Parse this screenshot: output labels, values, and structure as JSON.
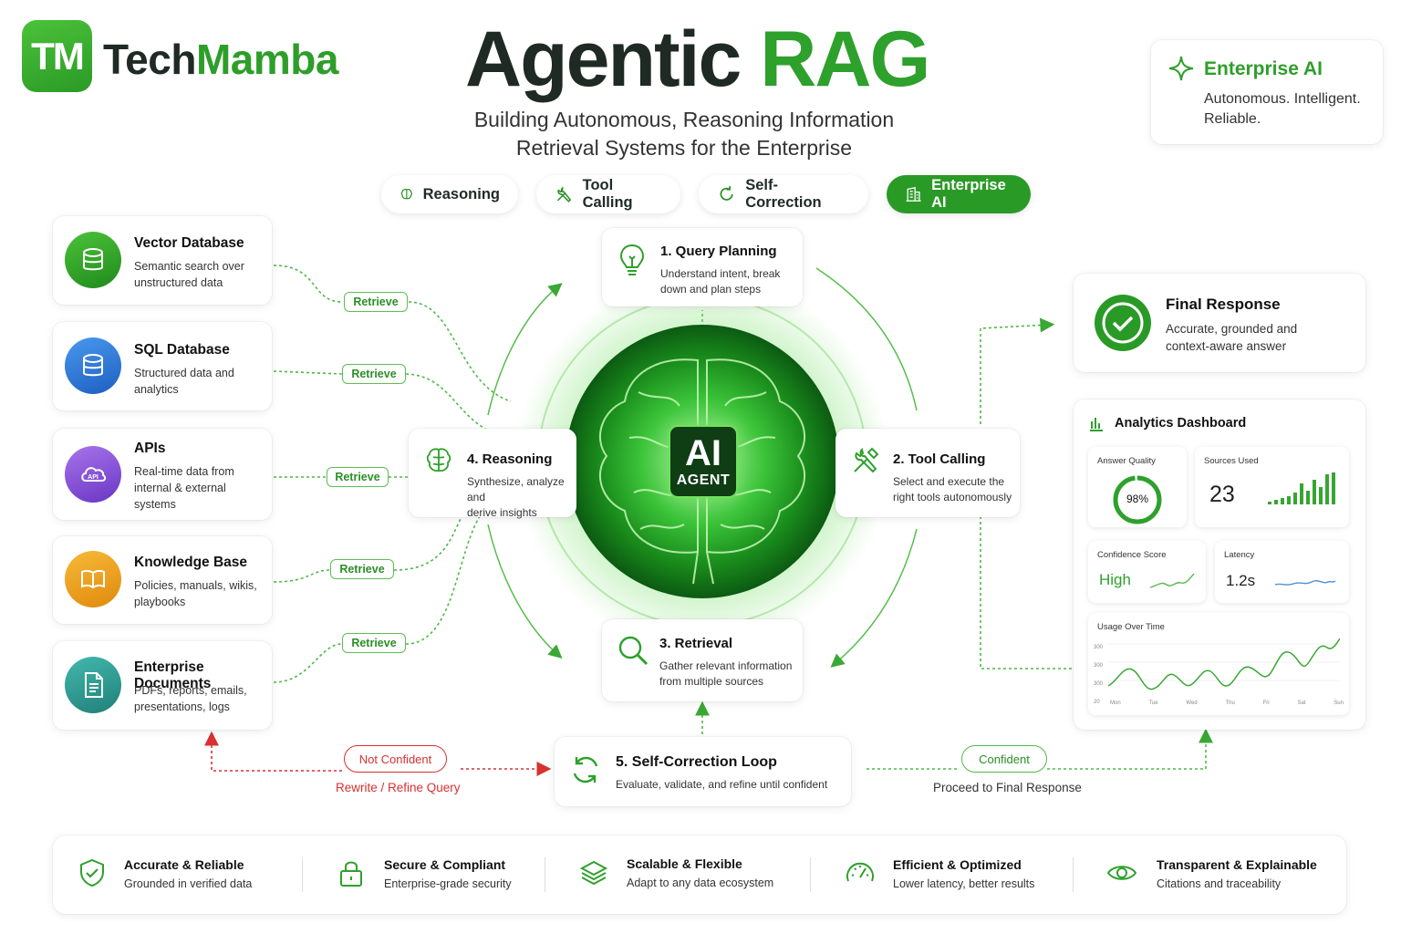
{
  "brand": {
    "logo_mark": "TM",
    "name_part1": "Tech",
    "name_part2": "Mamba"
  },
  "title": {
    "part1": "Agentic",
    "part2": "RAG"
  },
  "subtitle": {
    "line1": "Building Autonomous, Reasoning Information",
    "line2": "Retrieval Systems for the Enterprise"
  },
  "enterprise_card": {
    "title": "Enterprise AI",
    "line1": "Autonomous. Intelligent.",
    "line2": "Reliable."
  },
  "pills": [
    {
      "label": "Reasoning",
      "icon": "brain-icon"
    },
    {
      "label": "Tool Calling",
      "icon": "tools-icon"
    },
    {
      "label": "Self-Correction",
      "icon": "refresh-icon"
    },
    {
      "label": "Enterprise AI",
      "icon": "building-icon"
    }
  ],
  "sources": [
    {
      "title": "Vector Database",
      "desc": "Semantic search over unstructured data",
      "icon": "database-icon",
      "color": "#2ea02c"
    },
    {
      "title": "SQL Database",
      "desc": "Structured data and analytics",
      "icon": "database-icon",
      "color": "#2f7fdc"
    },
    {
      "title": "APIs",
      "desc": "Real-time data from internal & external systems",
      "icon": "api-cloud-icon",
      "color": "#8a55d6"
    },
    {
      "title": "Knowledge Base",
      "desc": "Policies, manuals, wikis, playbooks",
      "icon": "book-icon",
      "color": "#f0a11a"
    },
    {
      "title": "Enterprise Documents",
      "desc": "PDFs, reports, emails, presentations, logs",
      "icon": "document-icon",
      "color": "#2e9e93"
    }
  ],
  "retrieve_label": "Retrieve",
  "center": {
    "line1": "AI",
    "line2": "AGENT"
  },
  "steps": {
    "query_planning": {
      "title": "1. Query Planning",
      "desc1": "Understand intent, break",
      "desc2": "down and plan steps"
    },
    "tool_calling": {
      "title": "2. Tool Calling",
      "desc1": "Select and execute the",
      "desc2": "right tools autonomously"
    },
    "retrieval": {
      "title": "3. Retrieval",
      "desc1": "Gather relevant information",
      "desc2": "from multiple sources"
    },
    "reasoning": {
      "title": "4. Reasoning",
      "desc1": "Synthesize, analyze and",
      "desc2": "derive insights"
    },
    "self_correction": {
      "title": "5. Self-Correction Loop",
      "desc": "Evaluate, validate, and refine until confident"
    }
  },
  "branches": {
    "not_confident": "Not Confident",
    "rewrite": "Rewrite / Refine Query",
    "confident": "Confident",
    "proceed": "Proceed to Final Response"
  },
  "final_response": {
    "title": "Final Response",
    "desc1": "Accurate, grounded and",
    "desc2": "context-aware answer"
  },
  "analytics": {
    "title": "Analytics Dashboard",
    "answer_quality": {
      "label": "Answer Quality",
      "value": "98%",
      "fraction": 0.98
    },
    "sources_used": {
      "label": "Sources Used",
      "value": "23"
    },
    "confidence": {
      "label": "Confidence Score",
      "value": "High"
    },
    "latency": {
      "label": "Latency",
      "value": "1.2s"
    },
    "usage": {
      "label": "Usage Over Time",
      "y_ticks": [
        "300",
        "300",
        "300",
        "20"
      ],
      "days": [
        "Mon",
        "Tue",
        "Wed",
        "Thu",
        "Fri",
        "Sat",
        "Sun"
      ]
    }
  },
  "footer": [
    {
      "title": "Accurate & Reliable",
      "desc": "Grounded in verified data",
      "icon": "shield-check-icon"
    },
    {
      "title": "Secure & Compliant",
      "desc": "Enterprise-grade security",
      "icon": "lock-icon"
    },
    {
      "title": "Scalable & Flexible",
      "desc": "Adapt to any data ecosystem",
      "icon": "layers-icon"
    },
    {
      "title": "Efficient & Optimized",
      "desc": "Lower latency, better results",
      "icon": "gauge-icon"
    },
    {
      "title": "Transparent & Explainable",
      "desc": "Citations and traceability",
      "icon": "eye-icon"
    }
  ],
  "colors": {
    "accent": "#2ea02c",
    "red": "#d93030"
  }
}
